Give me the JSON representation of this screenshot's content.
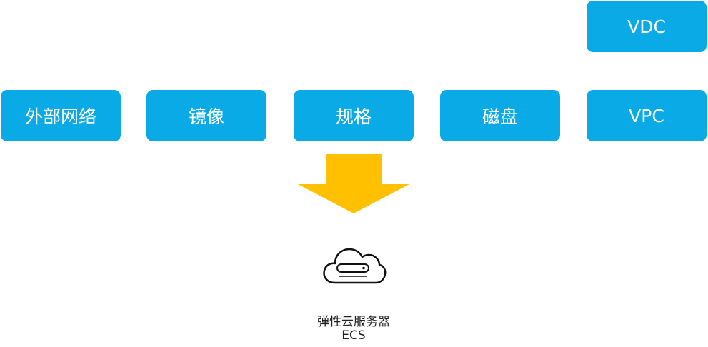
{
  "top_boxes": {
    "vdc": "VDC"
  },
  "components": [
    {
      "label": "外部网络"
    },
    {
      "label": "镜像"
    },
    {
      "label": "规格"
    },
    {
      "label": "磁盘"
    },
    {
      "label": "VPC"
    }
  ],
  "result": {
    "name": "弹性云服务器",
    "abbr": "ECS",
    "icon": "cloud-server-icon"
  },
  "colors": {
    "box": "#0aaae6",
    "arrow": "#ffc000",
    "text_on_box": "#ffffff"
  }
}
